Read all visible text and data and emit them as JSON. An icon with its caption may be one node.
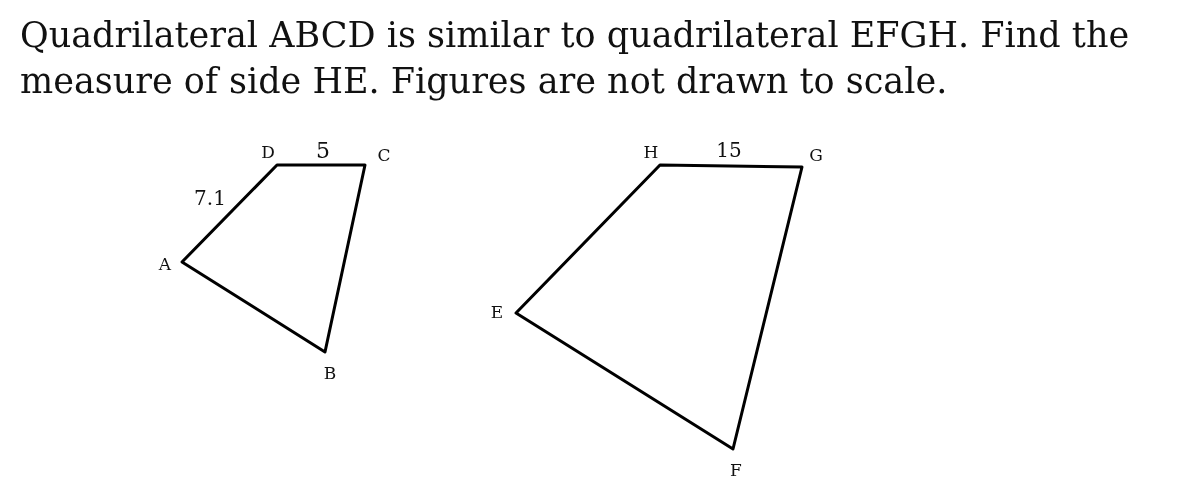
{
  "diagram": {
    "title": "Quadrilateral ABCD is similar to quadrilateral EFGH. Find the measure of side HE. Figures are not drawn to scale.",
    "labels": [
      "D",
      "5",
      "C",
      "H",
      "15",
      "G",
      "7.1",
      "A",
      "E",
      "B",
      "F"
    ]
  }
}
